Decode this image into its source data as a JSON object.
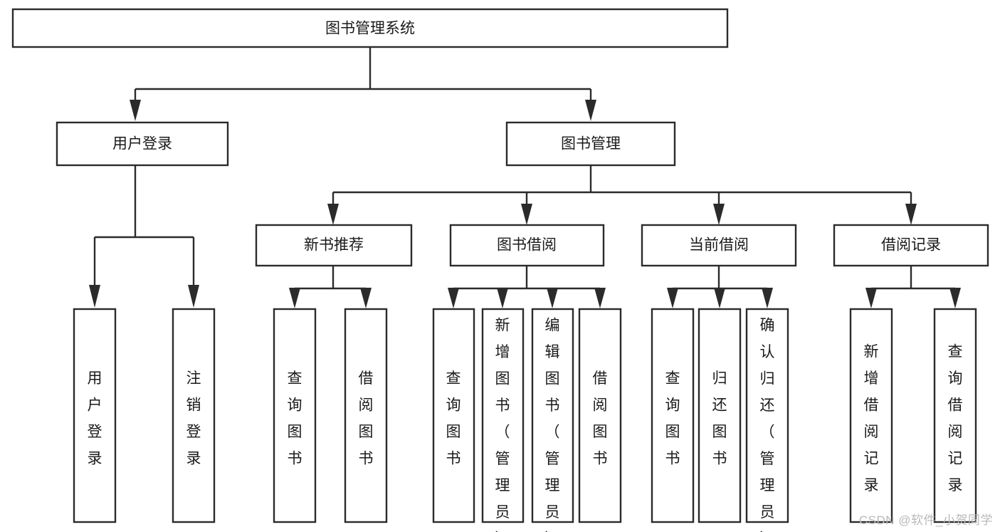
{
  "diagram": {
    "type": "tree-hierarchy",
    "title": "图书管理系统",
    "watermark": "CSDN @软件_小贺同学",
    "colors": {
      "box_stroke": "#2b2b2b",
      "box_fill": "#ffffff",
      "text": "#1a1a1a",
      "background": "#ffffff",
      "watermark": "#b9b9b9"
    },
    "root": {
      "label": "图书管理系统",
      "orientation": "horizontal"
    },
    "level1": [
      {
        "label": "用户登录",
        "orientation": "horizontal"
      },
      {
        "label": "图书管理",
        "orientation": "horizontal"
      }
    ],
    "level2": [
      {
        "label": "新书推荐",
        "orientation": "horizontal",
        "parent": "图书管理"
      },
      {
        "label": "图书借阅",
        "orientation": "horizontal",
        "parent": "图书管理"
      },
      {
        "label": "当前借阅",
        "orientation": "horizontal",
        "parent": "图书管理"
      },
      {
        "label": "借阅记录",
        "orientation": "horizontal",
        "parent": "图书管理"
      }
    ],
    "leaves": {
      "用户登录": [
        {
          "label": "用户登录",
          "orientation": "vertical"
        },
        {
          "label": "注销登录",
          "orientation": "vertical"
        }
      ],
      "新书推荐": [
        {
          "label": "查询图书",
          "orientation": "vertical"
        },
        {
          "label": "借阅图书",
          "orientation": "vertical"
        }
      ],
      "图书借阅": [
        {
          "label": "查询图书",
          "orientation": "vertical"
        },
        {
          "label": "新增图书（管理员）",
          "orientation": "vertical"
        },
        {
          "label": "编辑图书（管理员）",
          "orientation": "vertical"
        },
        {
          "label": "借阅图书",
          "orientation": "vertical"
        }
      ],
      "当前借阅": [
        {
          "label": "查询图书",
          "orientation": "vertical"
        },
        {
          "label": "归还图书",
          "orientation": "vertical"
        },
        {
          "label": "确认归还（管理员）",
          "orientation": "vertical"
        }
      ],
      "借阅记录": [
        {
          "label": "新增借阅记录",
          "orientation": "vertical"
        },
        {
          "label": "查询借阅记录",
          "orientation": "vertical"
        }
      ]
    }
  }
}
